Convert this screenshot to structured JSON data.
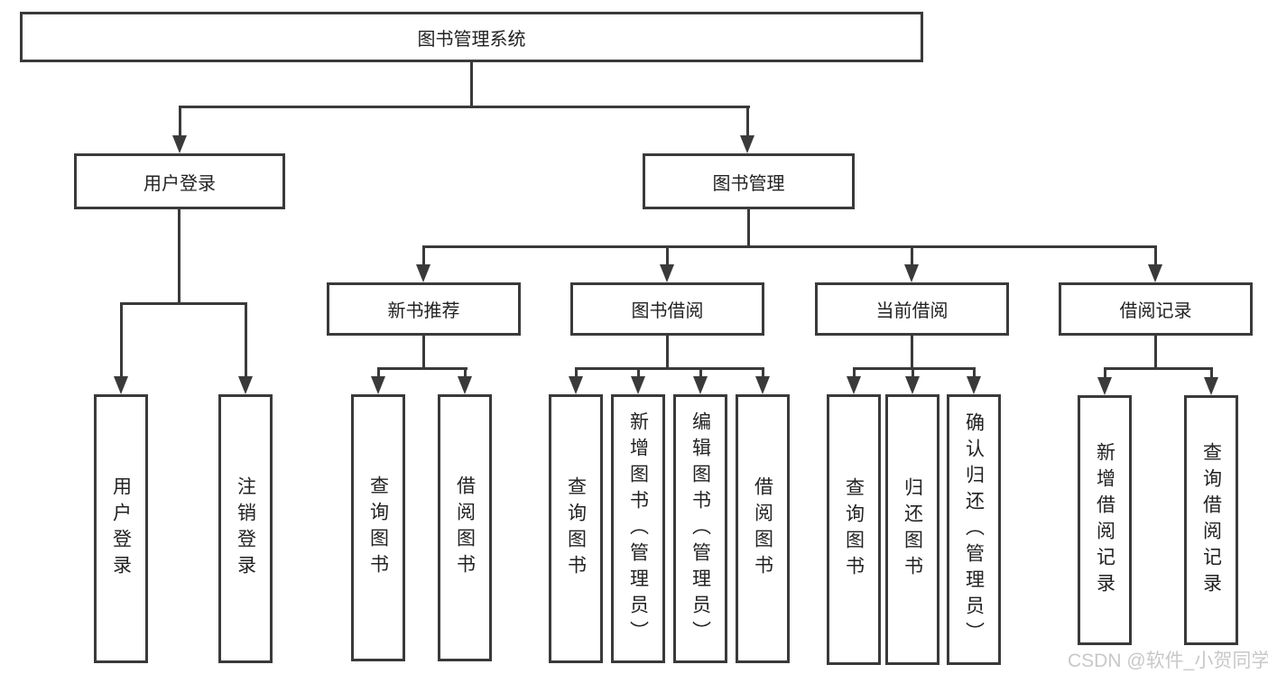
{
  "diagram": {
    "root": {
      "label": "图书管理系统"
    },
    "level2": [
      {
        "label": "用户登录"
      },
      {
        "label": "图书管理"
      }
    ],
    "level3": [
      {
        "label": "新书推荐"
      },
      {
        "label": "图书借阅"
      },
      {
        "label": "当前借阅"
      },
      {
        "label": "借阅记录"
      }
    ],
    "leaves": {
      "user_login": [
        "用户登录",
        "注销登录"
      ],
      "new_book": [
        "查询图书",
        "借阅图书"
      ],
      "book_borrow": [
        "查询图书",
        "新增图书（管理员）",
        "编辑图书（管理员）",
        "借阅图书"
      ],
      "current_borrow": [
        "查询图书",
        "归还图书",
        "确认归还（管理员）"
      ],
      "borrow_record": [
        "新增借阅记录",
        "查询借阅记录"
      ]
    }
  },
  "watermark": {
    "text": "CSDN @软件_小贺同学"
  },
  "colors": {
    "line_color": "#3a3a3a",
    "text_color": "#222222",
    "watermark_color": "#c8c8c8",
    "background": "#ffffff"
  }
}
